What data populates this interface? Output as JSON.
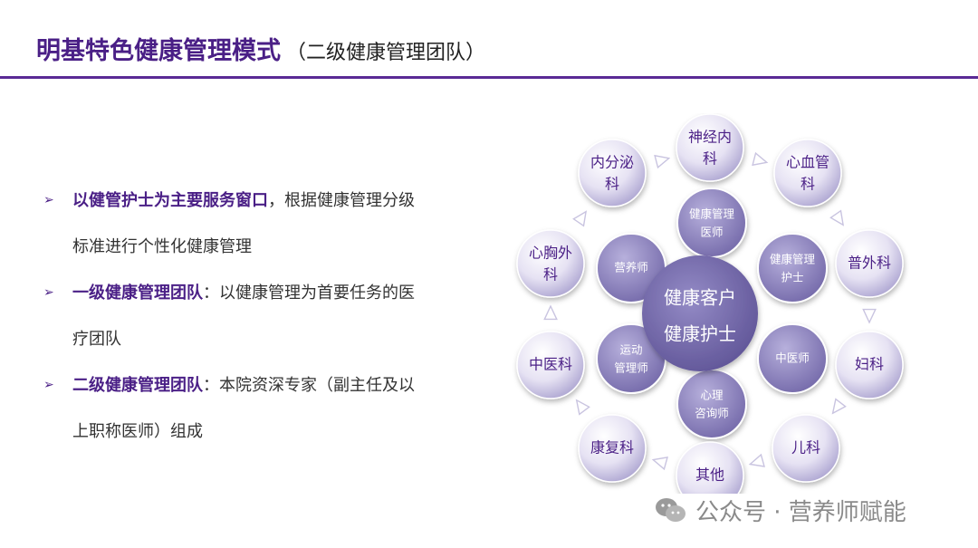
{
  "title": {
    "main": "明基特色健康管理模式",
    "sub": "（二级健康管理团队）"
  },
  "bullets": [
    {
      "key": "以健管护士为主要服务窗口",
      "text": "，根据健康管理分级",
      "cont": "标准进行个性化健康管理"
    },
    {
      "key": "一级健康管理团队",
      "text": "：以健康管理为首要任务的医",
      "cont": "疗团队"
    },
    {
      "key": "二级健康管理团队",
      "text": "：本院资深专家（副主任及以",
      "cont": "上职称医师）组成"
    }
  ],
  "center": {
    "line1": "健康客户",
    "line2": "健康护士"
  },
  "inner_ring": [
    {
      "l1": "健康管理",
      "l2": "医师"
    },
    {
      "l1": "健康管理",
      "l2": "护士"
    },
    {
      "l1": "中医师",
      "l2": ""
    },
    {
      "l1": "心理",
      "l2": "咨询师"
    },
    {
      "l1": "运动",
      "l2": "管理师"
    },
    {
      "l1": "营养师",
      "l2": ""
    }
  ],
  "outer_ring": [
    {
      "l1": "神经内",
      "l2": "科"
    },
    {
      "l1": "心血管",
      "l2": "科"
    },
    {
      "l1": "普外科",
      "l2": ""
    },
    {
      "l1": "妇科",
      "l2": ""
    },
    {
      "l1": "儿科",
      "l2": ""
    },
    {
      "l1": "其他",
      "l2": ""
    },
    {
      "l1": "康复科",
      "l2": ""
    },
    {
      "l1": "中医科",
      "l2": ""
    },
    {
      "l1": "心胸外",
      "l2": "科"
    },
    {
      "l1": "内分泌",
      "l2": "科"
    }
  ],
  "watermark": "公众号 · 营养师赋能",
  "colors": {
    "accent": "#4a1f86",
    "rule": "#5a2a95",
    "center": "#6f64a6",
    "bubble_light": "#f4f2fb",
    "bubble_dark": "#a9a1cf"
  }
}
